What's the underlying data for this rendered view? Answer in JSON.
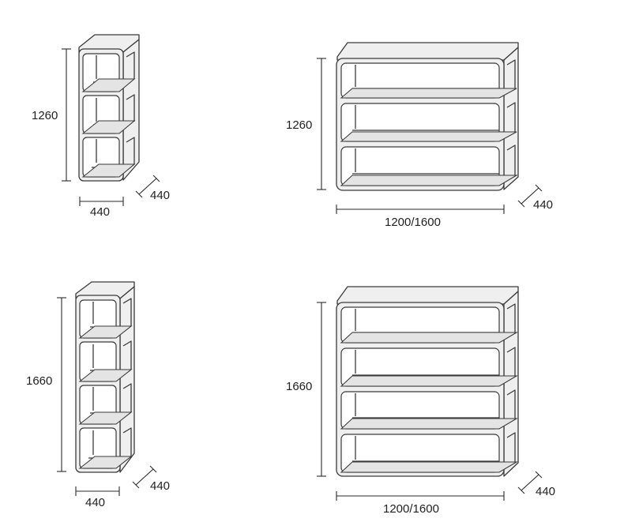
{
  "colors": {
    "outline": "#3a3a3a",
    "fill": "#efefef",
    "shelf": "#e4e4e4",
    "text": "#222222"
  },
  "units": [
    {
      "height_label": "1260",
      "width_label": "440",
      "depth_label": "440"
    },
    {
      "height_label": "1260",
      "width_label": "1200/1600",
      "depth_label": "440"
    },
    {
      "height_label": "1660",
      "width_label": "440",
      "depth_label": "440"
    },
    {
      "height_label": "1660",
      "width_label": "1200/1600",
      "depth_label": "440"
    }
  ]
}
